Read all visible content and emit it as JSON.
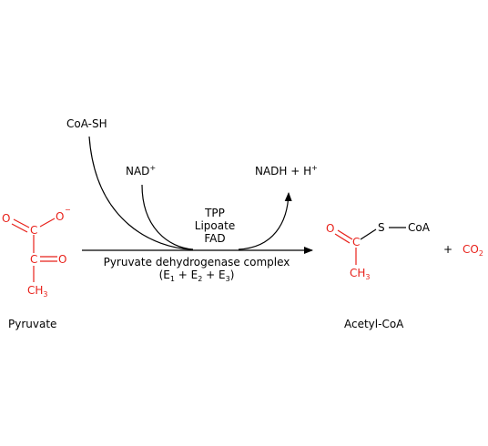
{
  "colors": {
    "molecule": "#e8211a",
    "text": "#000000",
    "background": "#ffffff"
  },
  "pyruvate": {
    "name": "Pyruvate",
    "atom_o_left": "O",
    "atom_c_top": "C",
    "atom_o_minus": "O",
    "charge": "−",
    "atom_c_mid": "C",
    "atom_o_right": "O",
    "methyl_c": "CH",
    "methyl_sub": "3"
  },
  "reaction": {
    "coa_sh": "CoA-SH",
    "nad": "NAD",
    "nad_sup": "+",
    "nadh": "NADH + H",
    "nadh_sup": "+",
    "cofactors": [
      "TPP",
      "Lipoate",
      "FAD"
    ],
    "enzyme_name": "Pyruvate dehydrogenase complex",
    "enzyme_parts": {
      "open": "(E",
      "s1": "1",
      "plus1": " + E",
      "s2": "2",
      "plus2": " + E",
      "s3": "3",
      "close": ")"
    }
  },
  "acetyl_coa": {
    "name": "Acetyl-CoA",
    "atom_o": "O",
    "atom_c": "C",
    "atom_s": "S",
    "coa": "CoA",
    "methyl_c": "CH",
    "methyl_sub": "3"
  },
  "co2": {
    "plus": "+",
    "formula": "CO",
    "sub": "2"
  }
}
